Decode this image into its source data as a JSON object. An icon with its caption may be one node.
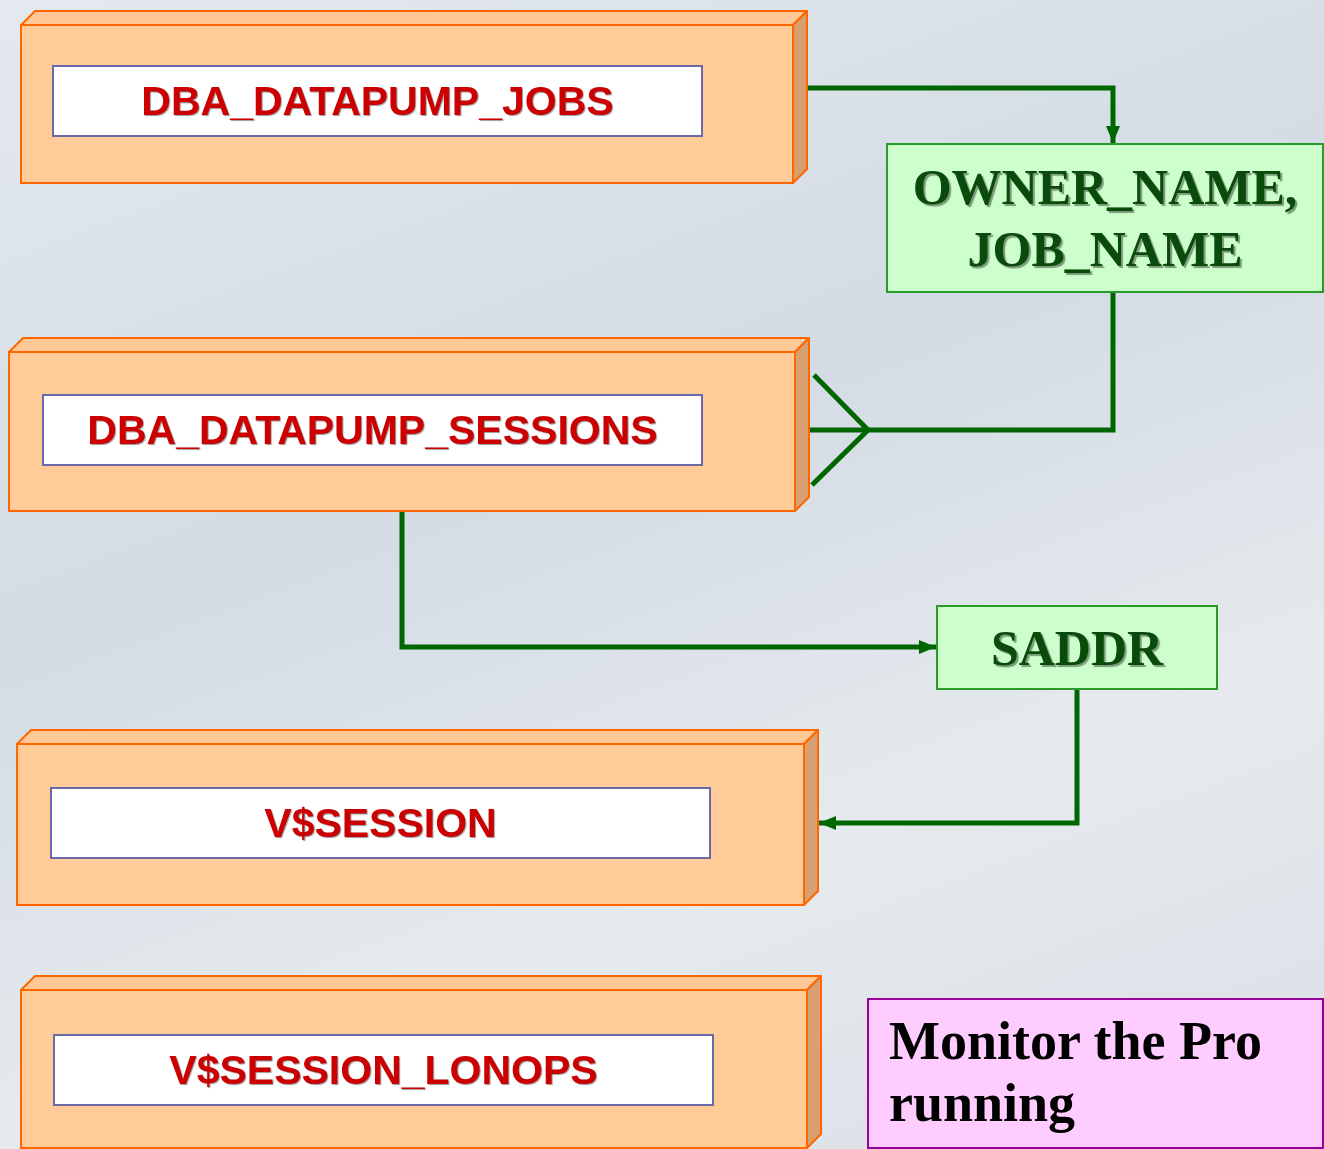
{
  "diagram": {
    "nodes": [
      {
        "text": [
          "DBA_DATAPUMP_JOBS"
        ]
      },
      {
        "text": [
          "OWNER_NAME, JOB_NAME"
        ]
      },
      {
        "text": [
          "DBA_DATAPUMP_SESSIONS"
        ]
      },
      {
        "text": [
          "SADDR"
        ]
      },
      {
        "text": [
          "V$SESSION"
        ]
      },
      {
        "text": [
          "V$SESSION_LONOPS"
        ]
      },
      {
        "text": [
          "Monitor the Pro running"
        ]
      }
    ],
    "edges": [
      {
        "from": 0,
        "to": 1,
        "arrow": "to"
      },
      {
        "from": 1,
        "to": 2,
        "arrow": "other"
      },
      {
        "from": 2,
        "to": 3,
        "arrow": "to"
      },
      {
        "from": 3,
        "to": 4,
        "arrow": "to"
      }
    ]
  }
}
